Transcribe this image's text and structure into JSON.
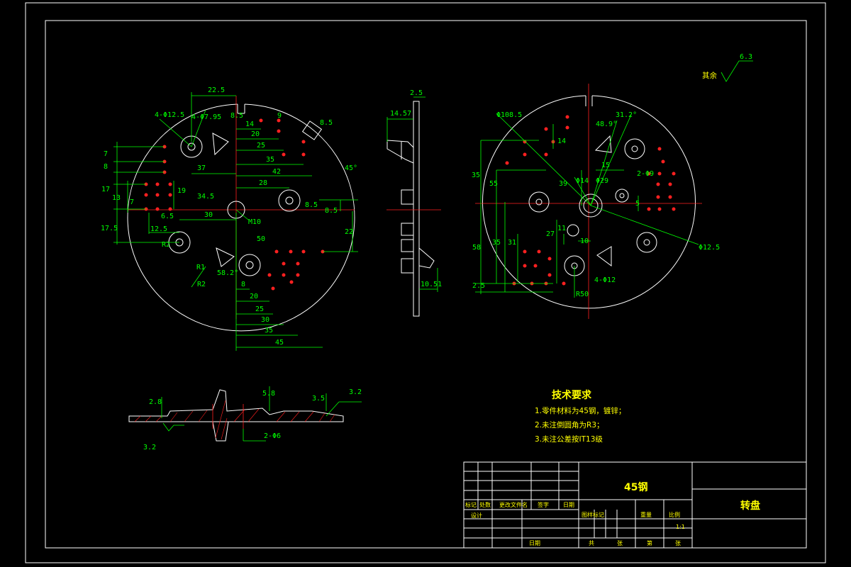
{
  "colors": {
    "background": "#000000",
    "outline": "#ffffff",
    "dimension": "#00ff00",
    "center": "#ff2020",
    "text": "#ffff00"
  },
  "roughness": {
    "label": "其余",
    "value": "6.3"
  },
  "left_view": {
    "dims_top": [
      "22.5",
      "8.5",
      "14",
      "20",
      "25",
      "35",
      "42",
      "28",
      "34.5",
      "30",
      "8.5",
      "9"
    ],
    "dims_bottom": [
      "8",
      "20",
      "25",
      "30",
      "35",
      "45"
    ],
    "dims_left": [
      "7",
      "8",
      "13",
      "17",
      "7",
      "17.5",
      "6.5",
      "12.5",
      "19"
    ],
    "dims_right": [
      "8.5",
      "45°",
      "8.5",
      "22"
    ],
    "notes": [
      "4-Φ12.5",
      "4-Φ7.95",
      "37",
      "M10",
      "50",
      "R1",
      "R2",
      "58.2°",
      "R2"
    ]
  },
  "side_view": {
    "dims": [
      "2.5",
      "14.57",
      "10.51"
    ]
  },
  "right_view": {
    "dims": [
      "Φ108.5",
      "48.9°",
      "31.2°",
      "14",
      "15",
      "2-Φ9",
      "Φ14",
      "Φ29",
      "5",
      "Φ12.5",
      "35",
      "55",
      "35",
      "31",
      "27",
      "11",
      "10",
      "58",
      "39",
      "2.5",
      "4-Φ12",
      "R50"
    ]
  },
  "section_view": {
    "dims": [
      "2.8",
      "5.8",
      "3.5",
      "3.2",
      "3.2",
      "2-Φ6"
    ]
  },
  "tech_req": {
    "title": "技术要求",
    "items": [
      "1.零件材料为45钢，镀锌；",
      "2.未注倒圆角为R3；",
      "3.未注公差按IT13级"
    ]
  },
  "title_block": {
    "material": "45钢",
    "part_name": "转盘",
    "scale": "1:1",
    "row_labels": [
      "标记",
      "处数",
      "更改文件名",
      "签字",
      "日期"
    ],
    "design": "设计",
    "date": "日期",
    "stage": "图样标记",
    "weight": "重量",
    "ratio": "比例",
    "sheets": [
      "共",
      "张",
      "第",
      "张"
    ]
  }
}
